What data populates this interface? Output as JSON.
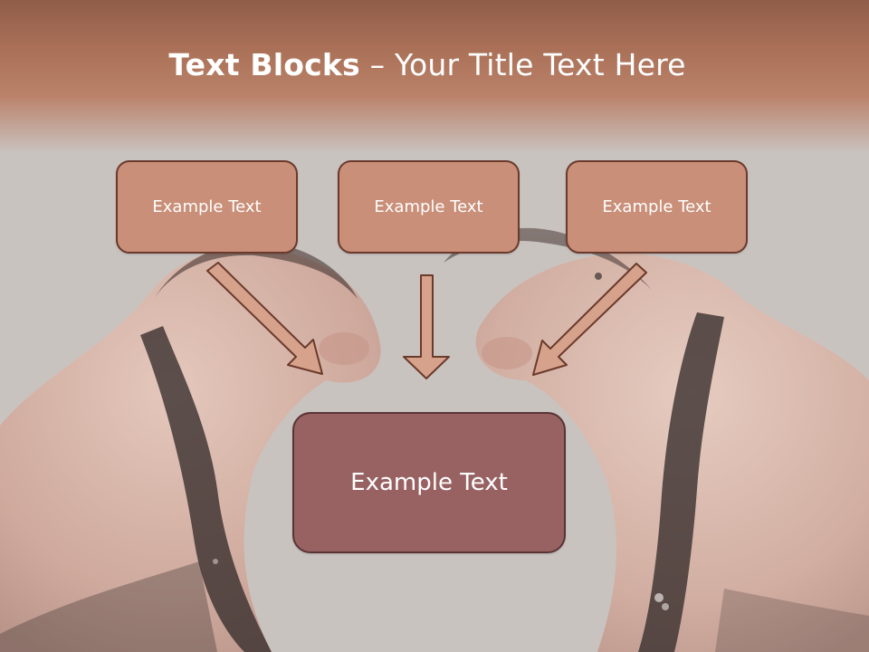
{
  "slide": {
    "title_bold": "Text Blocks",
    "title_rest": " – Your Title Text Here",
    "boxes": [
      {
        "label": "Example Text"
      },
      {
        "label": "Example Text"
      },
      {
        "label": "Example Text"
      }
    ],
    "main_box": {
      "label": "Example Text"
    }
  },
  "colors": {
    "header": "#b17860",
    "box_fill": "#c98f78",
    "box_border": "#6a3a2c",
    "main_fill": "#986263",
    "arrow_fill": "#d6a28b",
    "arrow_stroke": "#6a3a2c",
    "background": "#c9c3c0"
  }
}
